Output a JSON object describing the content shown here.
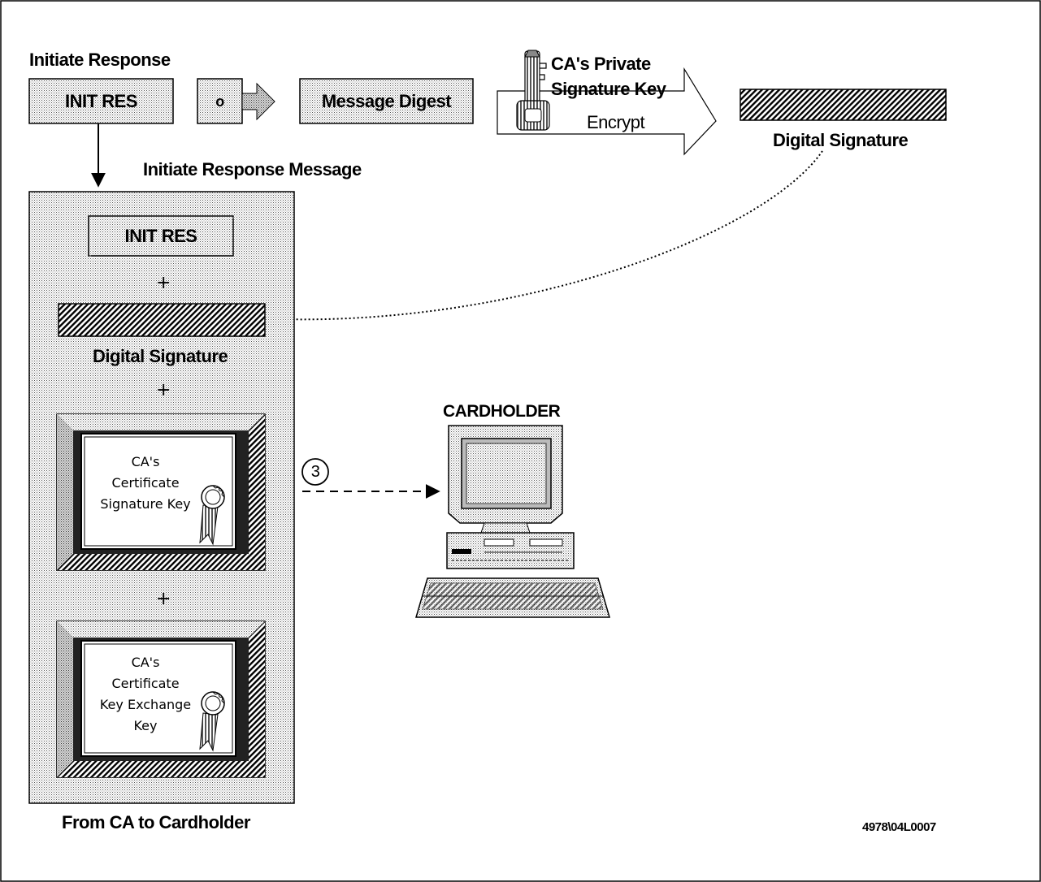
{
  "labels": {
    "initiate_response": "Initiate Response",
    "init_res_top": "INIT RES",
    "hash_symbol": "o",
    "message_digest": "Message Digest",
    "key_line1": "CA's Private",
    "key_line2": "Signature Key",
    "encrypt": "Encrypt",
    "digital_signature_top": "Digital Signature",
    "initiate_response_message": "Initiate Response Message",
    "init_res_inner": "INIT RES",
    "plus": "+",
    "digital_signature_inner": "Digital Signature",
    "from_ca_to_cardholder": "From CA to Cardholder",
    "cardholder": "CARDHOLDER",
    "step_number": "3",
    "figure_id": "4978\\04L0007"
  },
  "certificates": [
    {
      "lines": [
        "CA's",
        "Certificate",
        "Signature Key"
      ]
    },
    {
      "lines": [
        "CA's",
        "Certificate",
        "Key Exchange",
        "Key"
      ]
    }
  ]
}
